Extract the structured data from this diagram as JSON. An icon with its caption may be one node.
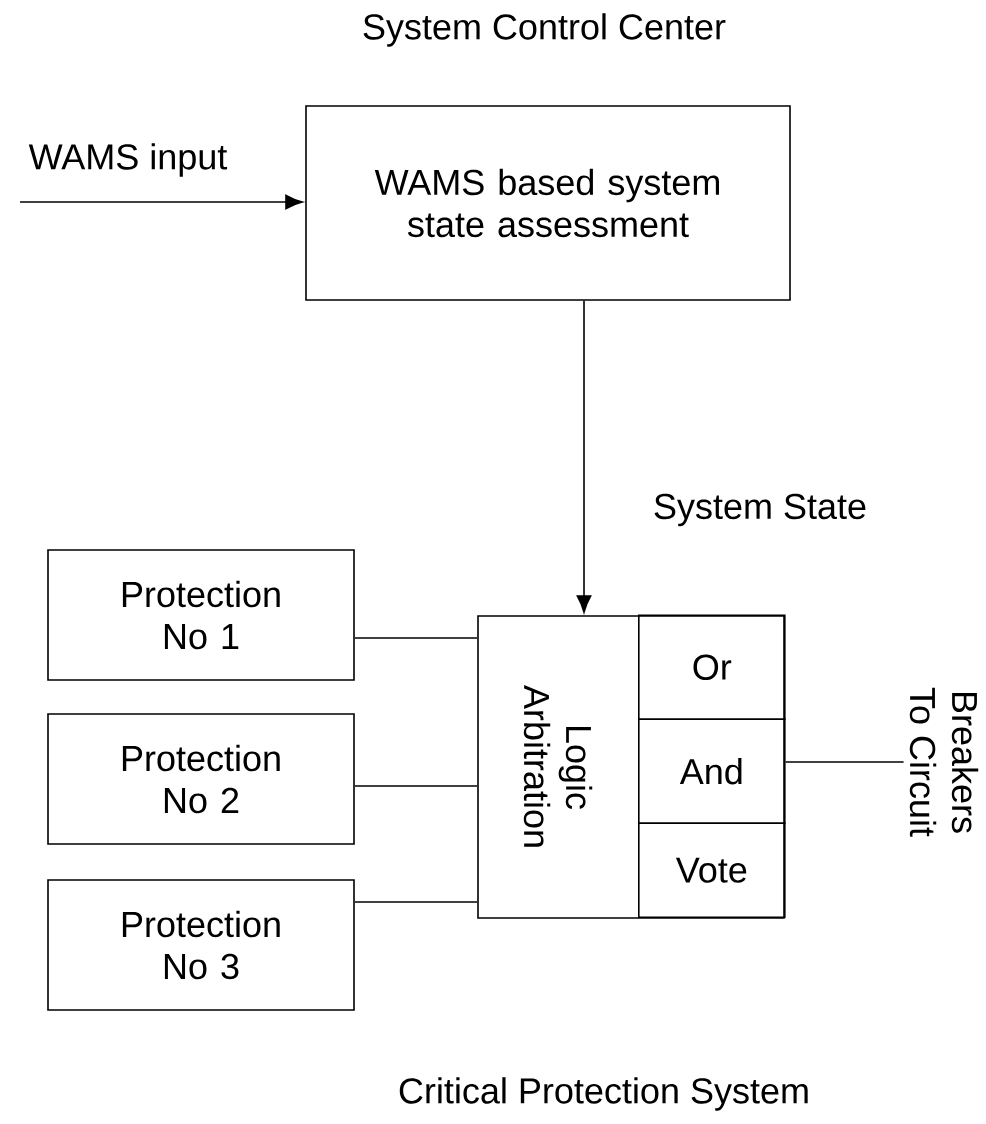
{
  "diagram": {
    "title": "System Control Center",
    "caption": "Critical Protection System",
    "nodes": [
      {
        "text": [
          "WAMS based system state assessment"
        ]
      },
      {
        "text": [
          "Protection No 1"
        ]
      },
      {
        "text": [
          "Protection No 2"
        ]
      },
      {
        "text": [
          "Protection No 3"
        ]
      },
      {
        "text": [
          "Logic Arbitration"
        ]
      },
      {
        "text": [
          "Or"
        ],
        "in": 4
      },
      {
        "text": [
          "And"
        ],
        "in": 4
      },
      {
        "text": [
          "Vote"
        ],
        "in": 4
      },
      {
        "text": [
          "Breakers To Circuit"
        ]
      }
    ],
    "edges": [
      {
        "from": null,
        "to": 0,
        "arrow": "to",
        "label": "WAMS input"
      },
      {
        "from": 0,
        "to": 4,
        "arrow": "to",
        "label": "System State"
      },
      {
        "from": 1,
        "to": 4,
        "arrow": "none"
      },
      {
        "from": 2,
        "to": 4,
        "arrow": "none"
      },
      {
        "from": 3,
        "to": 4,
        "arrow": "none"
      },
      {
        "from": 6,
        "to": 8,
        "arrow": "none"
      }
    ]
  }
}
